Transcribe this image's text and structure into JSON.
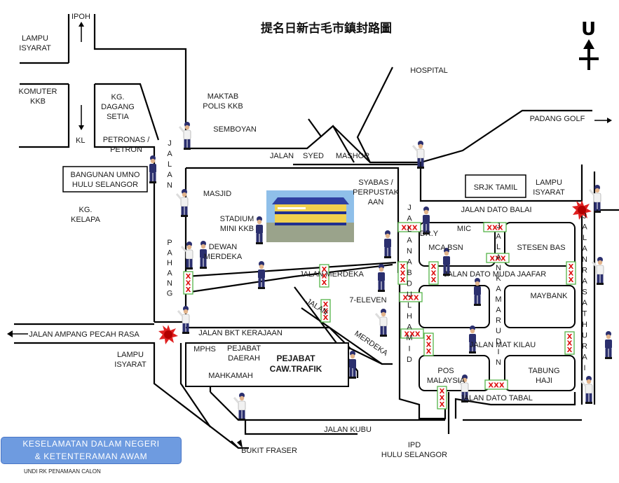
{
  "title": "提名日新古毛市鎮封路圖",
  "compass": {
    "letter": "U"
  },
  "labels": {
    "ipoh": "IPOH",
    "lampu_isyarat_top": "LAMPU\nISYARAT",
    "komuter_kkb": "KOMUTER\nKKB",
    "kl": "KL",
    "kg_dagang_setia": "KG.\nDAGANG\nSETIA",
    "petronas": "PETRONAS /\nPETRON",
    "maktab_polis": "MAKTAB\nPOLIS KKB",
    "semboyan": "SEMBOYAN",
    "hospital": "HOSPITAL",
    "padang_golf": "PADANG GOLF",
    "jalan_syed_mashor": [
      "JALAN",
      "SYED",
      "MASHOR"
    ],
    "jalan_pahang_top": "JALAN",
    "bangunan_umno": "BANGUNAN UMNO\nHULU SELANGOR",
    "kg_kelapa": "KG.\nKELAPA",
    "masjid": "MASJID",
    "syabas": "SYABAS /\nPERPUSTAK\nAAN",
    "srjk_tamil": "SRJK TAMIL",
    "lampu_isyarat_right": "LAMPU\nISYARAT",
    "jalan_dato_balai": "JALAN   DATO BALAI",
    "stadium": "STADIUM\nMINI KKB",
    "pahang": "PAHANG",
    "dewan_merdeka": "DEWAN\nMERDEKA",
    "dr_y": "DR.Y",
    "mic": "MIC",
    "mca_bsn": "MCA   BSN",
    "stesen_bas": "STESEN BAS",
    "jalan_merdeka_top": "JALAN     MERDEKA",
    "jalan_dato_muda_jaafar": "JALAN DATO      MUDA  JAAFAR",
    "maybank": "MAYBANK",
    "seven_eleven": "7-ELEVEN",
    "jalan_abdul_hamid": "JALAN ABDUL HAMID",
    "jalan_kamarudin": "JALAN KAMARUDIN",
    "jalan_rasa_thurai": "JALAN RASATHURAI",
    "jalan_merdeka_lower": "JALAN",
    "merdeka_lower": "MERDEKA",
    "jalan_ampang": "JALAN AMPANG PECAH RASA",
    "jalan_bkt_kerajaan": "JALAN BKT KERAJAAN",
    "mphs": "MPHS",
    "pejabat_daerah": "PEJABAT\nDAERAH",
    "pejabat_caw": "PEJABAT\nCAW.TRAFIK",
    "mahkamah": "MAHKAMAH",
    "jalan_mat_kilau": "JALAN        MAT  KILAU",
    "pos_malaysia": "POS\nMALAYSIA",
    "tabung_haji": "TABUNG\nHAJI",
    "jalan_dato_tabal": "JALAN  DATO TABAL",
    "lampu_isyarat_left": "LAMPU\nISYARAT",
    "jalan_kubu": "JALAN KUBU",
    "bukit_fraser": "BUKIT FRASER",
    "ipd": "IPD\nHULU SELANGOR",
    "photo_caption": "STADIUM MINI KKB"
  },
  "banner": {
    "line1": "KESELAMATAN DALAM NEGERI",
    "line2": "& KETENTERAMAN AWAM"
  },
  "footnote": "UNDI RK PENAMAAN CALON",
  "roadblock_text": "XXX",
  "colors": {
    "road": "#000000",
    "roadblock_border": "#55b348",
    "roadblock_x": "#d11111",
    "traffic_light": "#e02020",
    "banner": "#6e9be0",
    "police_uniform": "#2b2f6e"
  },
  "icons": [
    "north-arrow-icon",
    "traffic-light-icon",
    "police-officer-icon",
    "roadblock-icon",
    "stadium-photo"
  ]
}
